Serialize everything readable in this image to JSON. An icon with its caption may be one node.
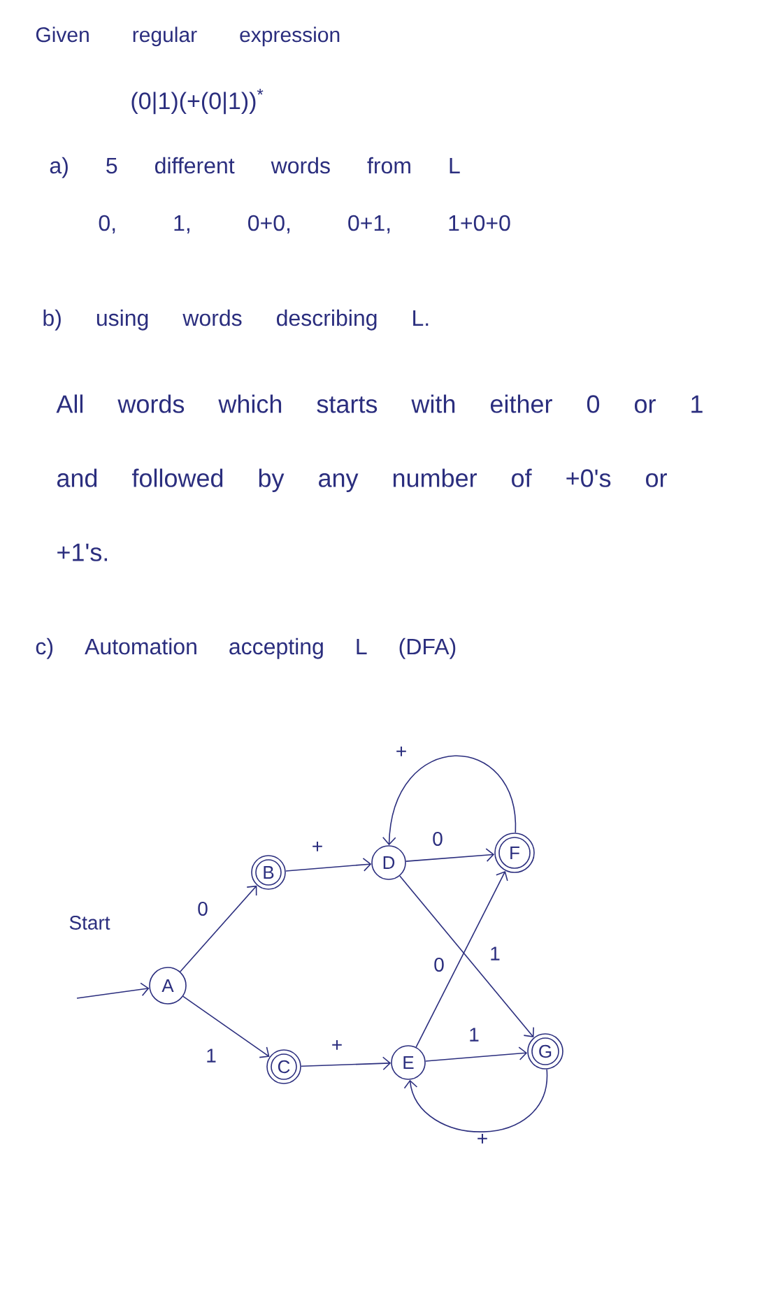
{
  "diagram": {
    "nodes": [
      {
        "text": [
          "A"
        ]
      },
      {
        "text": [
          "B"
        ]
      },
      {
        "text": [
          "C"
        ]
      },
      {
        "text": [
          "D"
        ]
      },
      {
        "text": [
          "E"
        ]
      },
      {
        "text": [
          "F"
        ]
      },
      {
        "text": [
          "G"
        ]
      }
    ],
    "edges": [
      {
        "from": null,
        "to": 0,
        "arrow": "to",
        "label": "Start"
      },
      {
        "from": 0,
        "to": 1,
        "arrow": "to",
        "label": "0"
      },
      {
        "from": 0,
        "to": 2,
        "arrow": "to",
        "label": "1"
      },
      {
        "from": 1,
        "to": 3,
        "arrow": "to",
        "label": "+"
      },
      {
        "from": 2,
        "to": 4,
        "arrow": "to",
        "label": "+"
      },
      {
        "from": 3,
        "to": 5,
        "arrow": "to",
        "label": "0"
      },
      {
        "from": 5,
        "to": 3,
        "arrow": "to",
        "label": "+"
      },
      {
        "from": 3,
        "to": 6,
        "arrow": "to",
        "label": "1"
      },
      {
        "from": 4,
        "to": 5,
        "arrow": "to",
        "label": "0"
      },
      {
        "from": 4,
        "to": 6,
        "arrow": "to",
        "label": "1"
      },
      {
        "from": 6,
        "to": 4,
        "arrow": "to",
        "label": "+"
      }
    ],
    "labels": [
      "Given regular expression",
      "(0|1)(+(0|1))$^{*}$",
      "a) 5 different words from L",
      "0, 1, 0+0, 0+1, 1+0+0",
      "b) using words describing L.",
      "All words which starts with either 0 or 1 and followed by any number of +0's or +1's.",
      "c) Automation accepting L (DFA)"
    ]
  }
}
